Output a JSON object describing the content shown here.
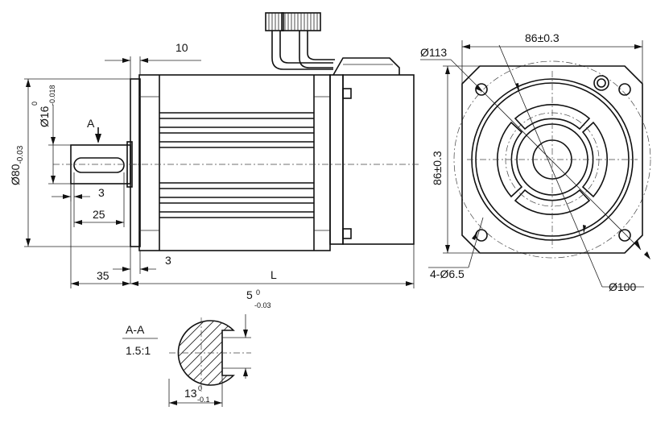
{
  "side_view": {
    "dim_top_10": "10",
    "dia_80": "Ø80",
    "dia_80_tol": "-0.03",
    "dia_16": "Ø16",
    "dia_16_tol_upper": "0",
    "dia_16_tol_lower": "-0.018",
    "section_marker": "A",
    "dim_key_3": "3",
    "dim_key_25": "25",
    "dim_flange_3": "3",
    "dim_shaft_35": "35",
    "dim_length": "L"
  },
  "front_view": {
    "dia_113": "Ø113",
    "width_86": "86±0.3",
    "height_86": "86±0.3",
    "holes": "4-Ø6.5",
    "dia_100": "Ø100"
  },
  "section_view": {
    "title": "A-A",
    "scale": "1.5:1",
    "key_width": "5",
    "key_width_tol_upper": "0",
    "key_width_tol_lower": "-0.03",
    "key_depth": "13",
    "key_depth_tol_upper": "0",
    "key_depth_tol_lower": "-0.1"
  }
}
